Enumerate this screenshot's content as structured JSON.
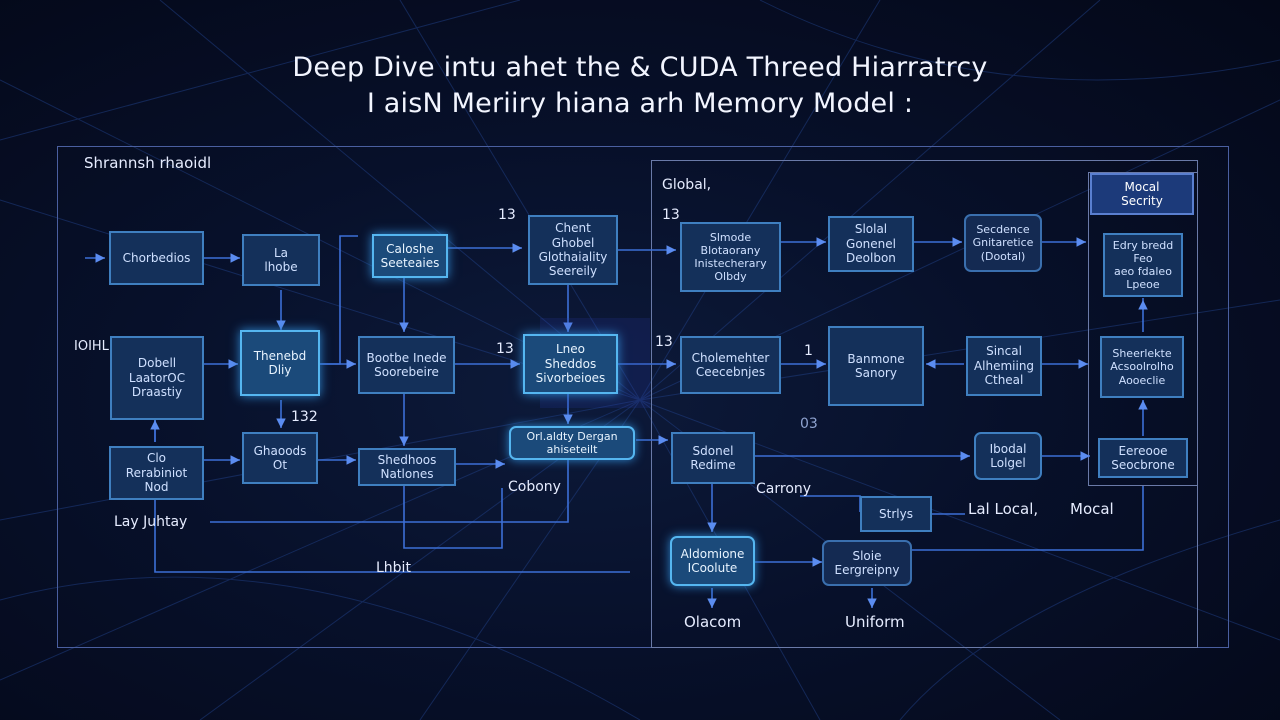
{
  "title": {
    "line1": "Deep Dive intu ahet the & CUDA Threed Hiarratrcy",
    "line2": "I aisN Meriiry hiana arh Memory Model :"
  },
  "labels": {
    "left_panel": "Shrannsh rhaoidl",
    "right_panel": "Global,",
    "n13a": "13",
    "n13b": "13",
    "n13c": "13",
    "n132": "132",
    "n03": "03",
    "n1": "1",
    "side": "IOIHL",
    "lay": "Lay Juhtay",
    "lhbit": "Lhbit",
    "cobony": "Cobony",
    "carrony": "Carrony",
    "lal_local": "Lal Local,",
    "mocal": "Mocal",
    "olacom": "Olacom",
    "uniform": "Uniform"
  },
  "nodes": {
    "chorbedios": "Chorbedios",
    "la_bhobe": "La\nlhobe",
    "caloshe": "Caloshe\nSeeteaies",
    "chent_block": "Chent\nGhobel\nGlothaiality\nSeereily",
    "dobell": "Dobell\nLaatorOC\nDraastiy",
    "thenebd_dliy": "Thenebd\nDliy",
    "bootbe": "Bootbe Inede\nSoorebeire",
    "lneo": "Lneo\nSheddos\nSivorbeioes",
    "clo_nodt": "Clo\nRerabiniot\nNod",
    "ghaoods": "Ghaoods\nOt",
    "shedhoos": "Shedhoos\nNatlones",
    "orl_dergan": "Orl.aldty Dergan\nahiseteilt",
    "slmode": "Slmode\nBlotaorany\nInistecherary\nOlbdy",
    "slolal": "Slolal\nGonenel\nDeolbon",
    "secdence": "Secdence\nGnitaretice\n(Dootal)",
    "mocal_secrity": "Mocal\nSecrity",
    "edry_bredd": "Edry bredd\nFeo\naeo fdaleo\nLpeoe",
    "cholemehter": "Cholemehter\nCeecebnjes",
    "banmone": "Banmone\nSanory",
    "sincal": "Sincal\nAlhemiing\nCtheal",
    "sheerlekte": "Sheerlekte\nAcsoolrolho\nAooeclie",
    "sdonel": "Sdonel\nRedime",
    "ibodal": "Ibodal\nLolgel",
    "eereooe": "Eereooe\nSeocbrone",
    "strys": "Strlys",
    "aldomione": "Aldomione\nICoolute",
    "sloie": "Sloie\nEergreipny"
  },
  "colors": {
    "wire": "#3c6fd6",
    "node_border": "#3f7fc0",
    "node_fill": "#14305a",
    "frame": "#4a5fa0"
  }
}
